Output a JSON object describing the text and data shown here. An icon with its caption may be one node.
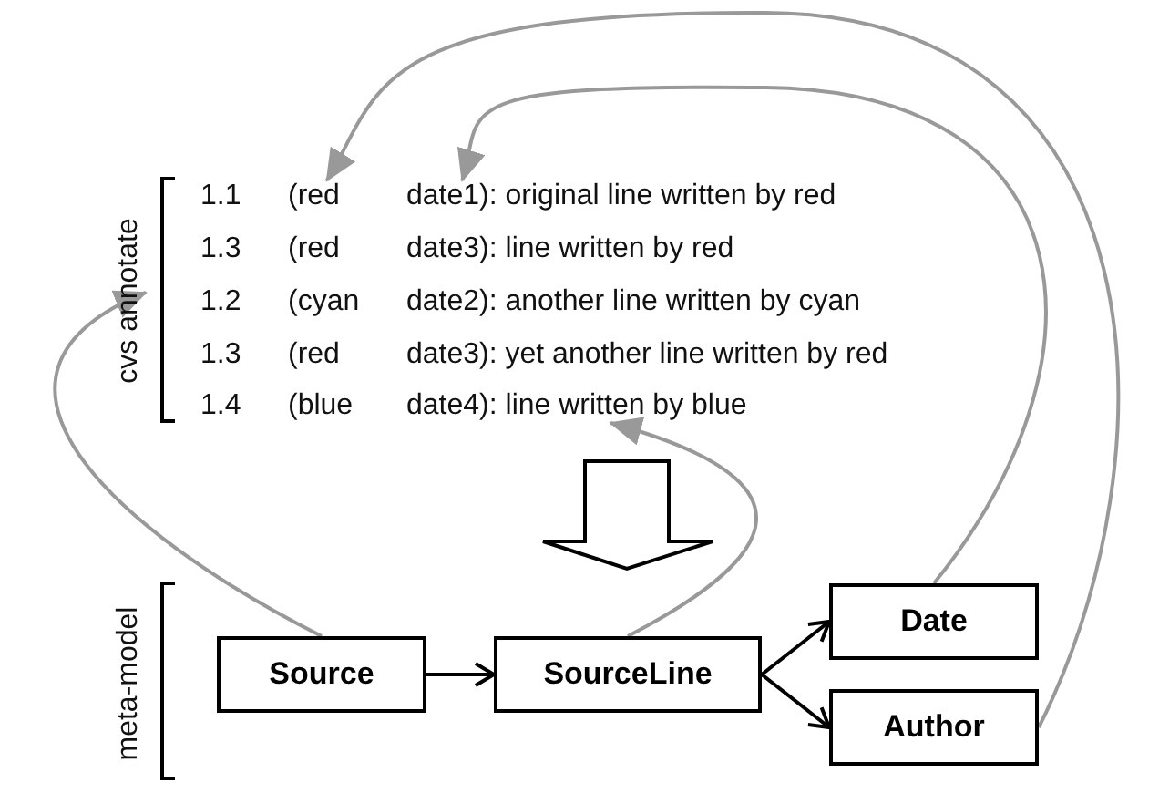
{
  "diagram": {
    "nodes": [
      {
        "text": [
          "cvs annotate"
        ]
      },
      {
        "text": [
          "(red"
        ]
      },
      {
        "text": [
          "date1): original line written by red"
        ]
      },
      {
        "text": [
          "date4): line written by blue"
        ]
      },
      {
        "text": [
          "Source"
        ]
      },
      {
        "text": [
          "SourceLine"
        ]
      },
      {
        "text": [
          "Date"
        ]
      },
      {
        "text": [
          "Author"
        ]
      }
    ],
    "edges": [
      {
        "from": 4,
        "to": 5,
        "arrow": "to",
        "color": "#000000"
      },
      {
        "from": 5,
        "to": 6,
        "arrow": "to",
        "color": "#000000"
      },
      {
        "from": 5,
        "to": 7,
        "arrow": "to",
        "color": "#000000"
      },
      {
        "from": 4,
        "to": 0,
        "arrow": "to"
      },
      {
        "from": 5,
        "to": 3,
        "arrow": "to"
      },
      {
        "from": 6,
        "to": 2,
        "arrow": "to"
      },
      {
        "from": 7,
        "to": 1,
        "arrow": "to"
      }
    ],
    "labels": [
      "1.1",
      "1.3",
      "(red",
      "date3): line written by red",
      "1.2",
      "(cyan",
      "date2): another line written by cyan",
      "1.3",
      "(red",
      "date3): yet another line written by red",
      "1.4",
      "(blue",
      "meta-model"
    ]
  }
}
